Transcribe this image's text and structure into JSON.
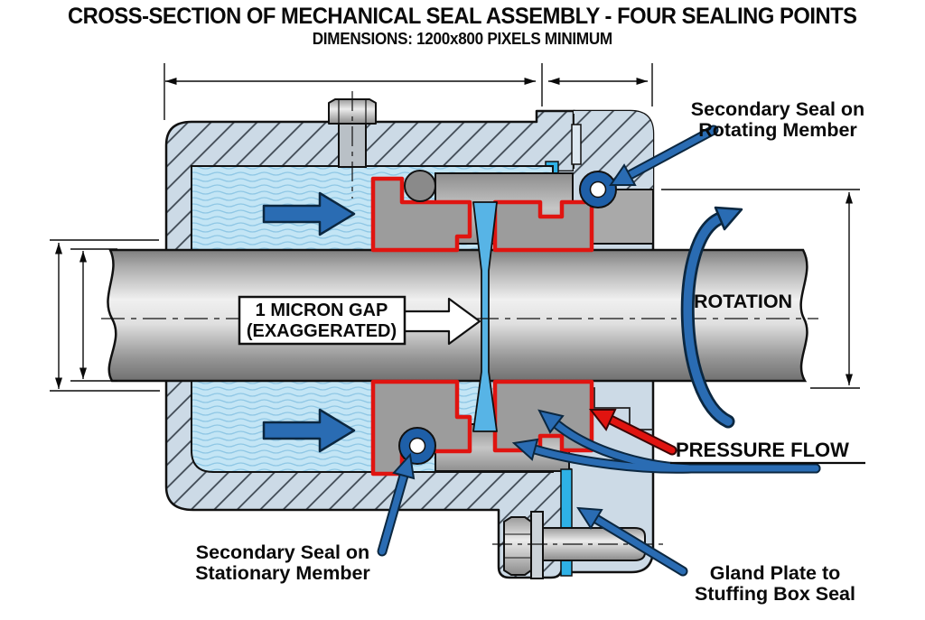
{
  "title": "CROSS-SECTION OF MECHANICAL SEAL ASSEMBLY - FOUR SEALING POINTS",
  "subtitle": "DIMENSIONS: 1200x800 PIXELS MINIMUM",
  "labels": {
    "secondary_rotating_line1": "Secondary Seal on",
    "secondary_rotating_line2": "Rotating Member",
    "rotation": "ROTATION",
    "micron_line1": "1 MICRON GAP",
    "micron_line2": "(EXAGGERATED)",
    "pressure_flow": "PRESSURE FLOW",
    "secondary_stationary_line1": "Secondary Seal on",
    "secondary_stationary_line2": "Stationary Member",
    "gland_line1": "Gland Plate to",
    "gland_line2": "Stuffing Box Seal"
  },
  "colors": {
    "housing": "#ccdae6",
    "fluid": "#c3e5f5",
    "seal_red": "#e01410",
    "arrow_blue": "#2a6cb3",
    "oring_blue": "#1e5fa8",
    "gasket_cyan": "#2eb1e6",
    "text": "#0a0a0a"
  }
}
